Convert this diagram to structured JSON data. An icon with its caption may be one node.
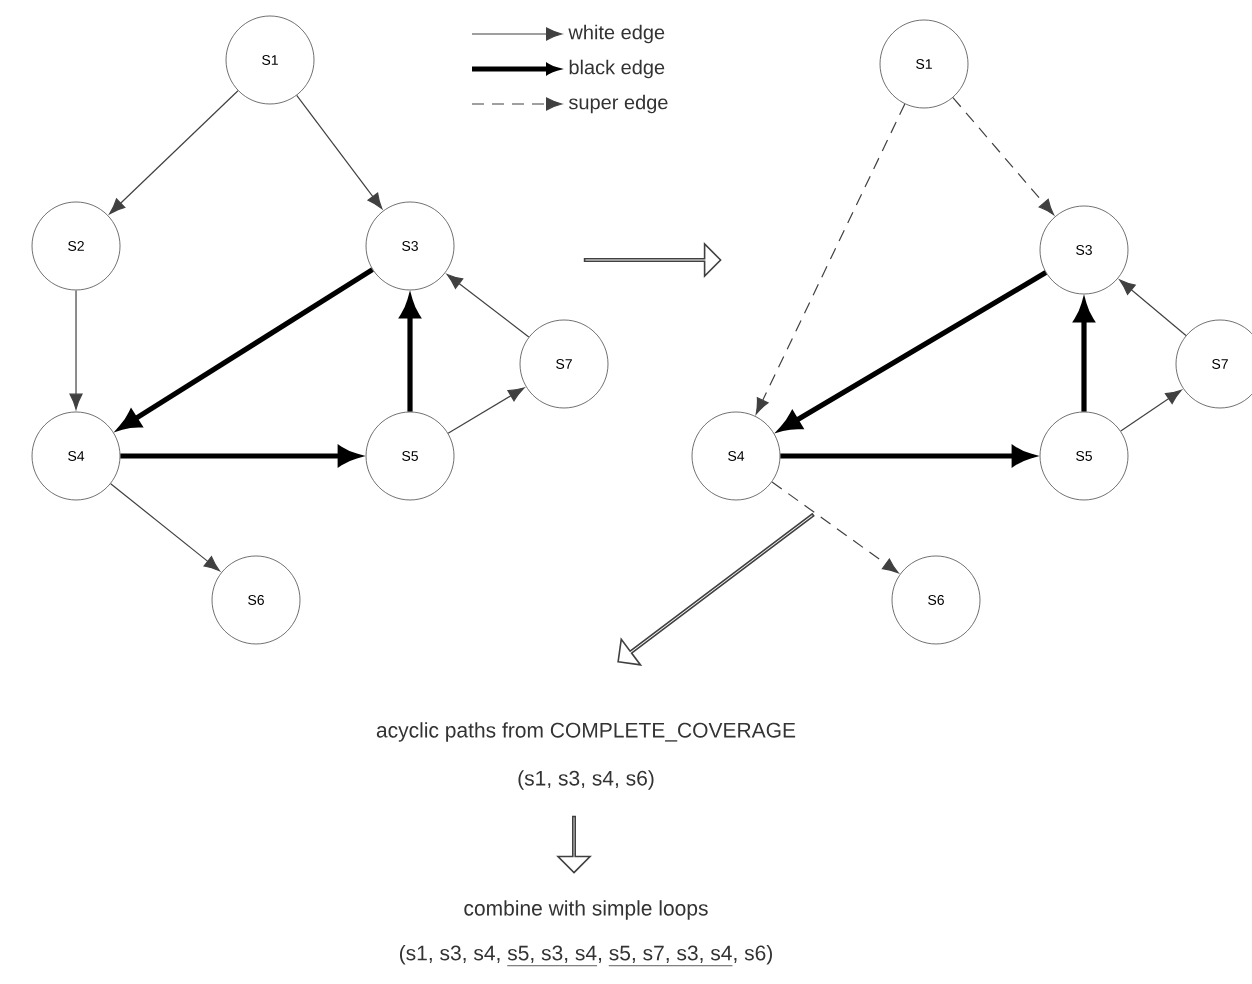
{
  "diagram": {
    "nodes": [
      {
        "text": [
          "S1"
        ]
      },
      {
        "text": [
          "S2"
        ]
      },
      {
        "text": [
          "S3"
        ]
      },
      {
        "text": [
          "S4"
        ]
      },
      {
        "text": [
          "S5"
        ]
      },
      {
        "text": [
          "S7"
        ]
      },
      {
        "text": [
          "S6"
        ]
      },
      {
        "text": [
          "S1"
        ]
      },
      {
        "text": [
          "S3"
        ]
      },
      {
        "text": [
          "S4"
        ]
      },
      {
        "text": [
          "S5"
        ]
      },
      {
        "text": [
          "S7"
        ]
      },
      {
        "text": [
          "S6"
        ]
      }
    ],
    "edges": [
      {
        "from": 0,
        "to": 1,
        "arrow": "to"
      },
      {
        "from": 0,
        "to": 2,
        "arrow": "to"
      },
      {
        "from": 1,
        "to": 3,
        "arrow": "to"
      },
      {
        "from": 2,
        "to": 3,
        "arrow": "to",
        "style": "thick"
      },
      {
        "from": 3,
        "to": 4,
        "arrow": "to",
        "style": "thick"
      },
      {
        "from": 4,
        "to": 2,
        "arrow": "to",
        "style": "thick"
      },
      {
        "from": 4,
        "to": 5,
        "arrow": "to"
      },
      {
        "from": 5,
        "to": 2,
        "arrow": "to"
      },
      {
        "from": 3,
        "to": 6,
        "arrow": "to"
      },
      {
        "from": 7,
        "to": 8,
        "arrow": "to",
        "style": "dashed"
      },
      {
        "from": 7,
        "to": 9,
        "arrow": "to",
        "style": "dashed"
      },
      {
        "from": 8,
        "to": 9,
        "arrow": "to",
        "style": "thick"
      },
      {
        "from": 9,
        "to": 10,
        "arrow": "to",
        "style": "thick"
      },
      {
        "from": 10,
        "to": 8,
        "arrow": "to",
        "style": "thick"
      },
      {
        "from": 10,
        "to": 11,
        "arrow": "to"
      },
      {
        "from": 11,
        "to": 8,
        "arrow": "to"
      },
      {
        "from": 9,
        "to": 12,
        "arrow": "to",
        "style": "dashed"
      }
    ],
    "labels": [
      "acyclic paths from COMPLETE_COVERAGE",
      "(s1, s3, s4, s6)",
      "combine with simple loops",
      "(s1, s3, s4,",
      "s5, s3, s4",
      ",",
      "s5, s7, s3, s4",
      ", s6)"
    ],
    "legend": [
      {
        "text": "white edge"
      },
      {
        "text": "black edge"
      },
      {
        "text": "super edge"
      }
    ]
  }
}
